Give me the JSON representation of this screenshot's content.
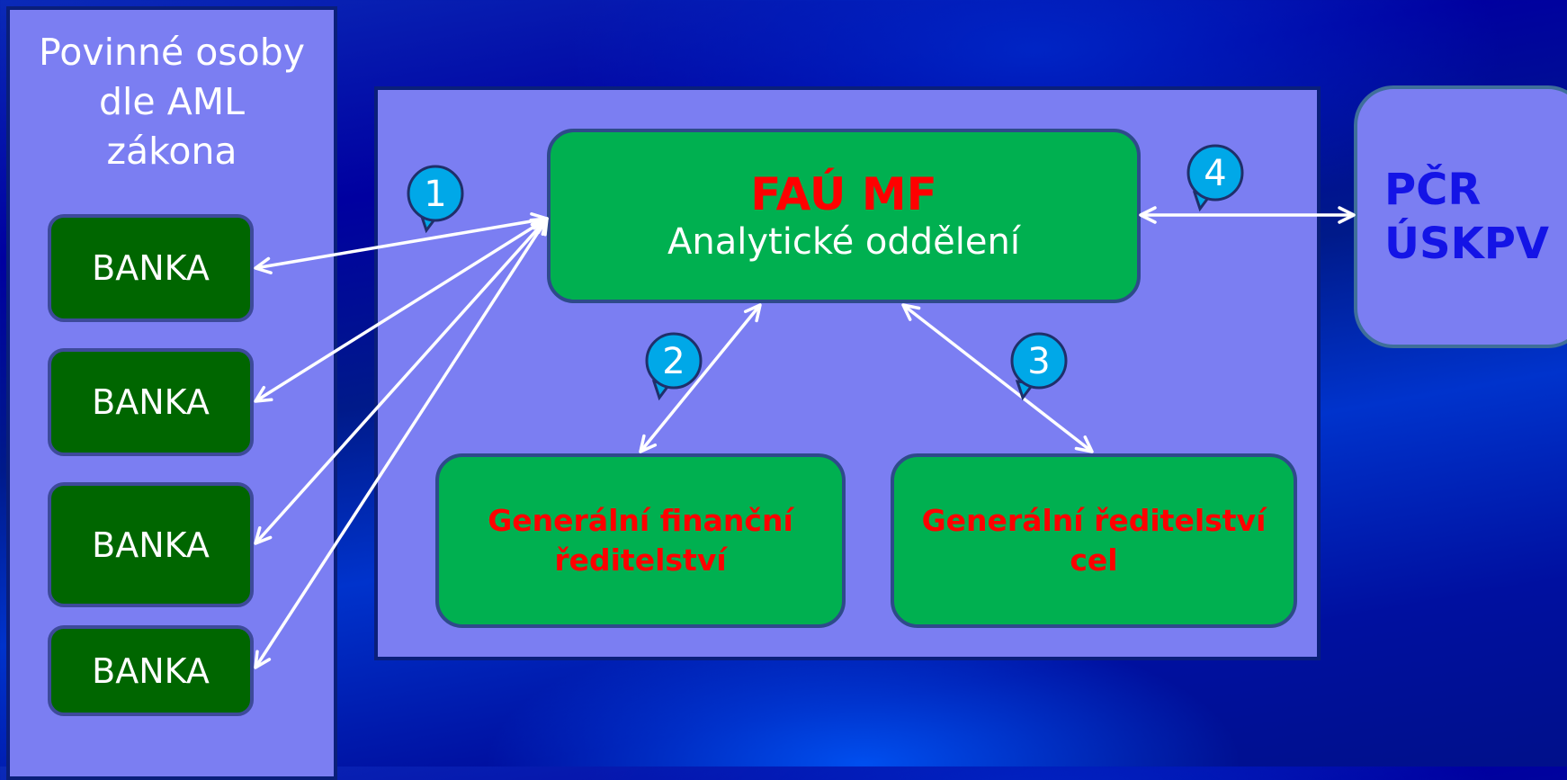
{
  "left_panel": {
    "title_lines": [
      "Povinné osoby",
      "dle AML",
      "zákona"
    ],
    "banks": [
      "BANKA",
      "BANKA",
      "BANKA",
      "BANKA"
    ]
  },
  "center": {
    "fau_title": "FAÚ MF",
    "fau_subtitle": "Analytické oddělení",
    "gfr_lines": [
      "Generální finanční",
      "ředitelství"
    ],
    "gr_lines": [
      "Generální ředitelství",
      "cel"
    ]
  },
  "pcr": {
    "lines": [
      "PČR",
      "ÚSKPV"
    ]
  },
  "badges": [
    "1",
    "2",
    "3",
    "4"
  ],
  "colors": {
    "panel": "#7b7ef2",
    "bank_fill": "#006600",
    "box_fill": "#00b050",
    "red_text": "#ff0000",
    "pcr_text": "#1414e6",
    "badge_fill": "#00a8e8"
  }
}
